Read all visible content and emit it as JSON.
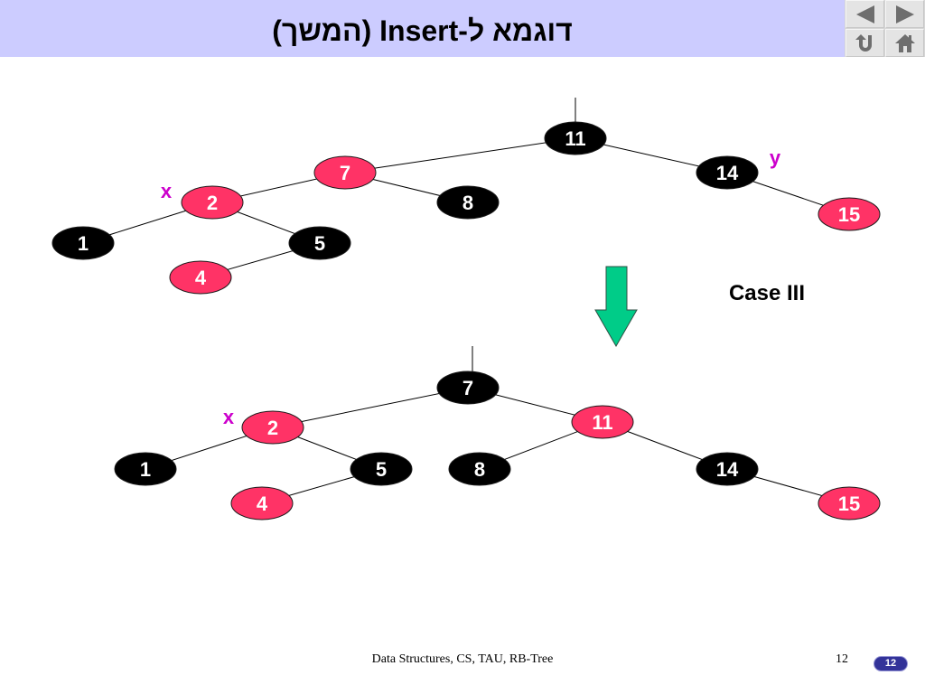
{
  "slide": {
    "title": "דוגמא ל-Insert (המשך)",
    "case_label": "Case III",
    "footer": "Data Structures, CS, TAU, RB-Tree",
    "page_number": "12",
    "badge": "12"
  },
  "nav": {
    "previous": {
      "icon": "previous-slide-icon"
    },
    "next": {
      "icon": "next-slide-icon"
    },
    "return": {
      "icon": "return-icon"
    },
    "home": {
      "icon": "home-icon"
    }
  },
  "colors": {
    "header_background": "#CCCCFF",
    "red_node": "#FF3366",
    "black_node": "#000000",
    "pointer_label": "#CC00CC",
    "case_arrow": "#00CC88",
    "badge_background": "#333399"
  },
  "trees": [
    {
      "nodes": [
        {
          "key": "11",
          "color": "black"
        },
        {
          "key": "7",
          "color": "red"
        },
        {
          "key": "14",
          "color": "black"
        },
        {
          "key": "2",
          "color": "red"
        },
        {
          "key": "8",
          "color": "black"
        },
        {
          "key": "15",
          "color": "red"
        },
        {
          "key": "1",
          "color": "black"
        },
        {
          "key": "5",
          "color": "black"
        },
        {
          "key": "4",
          "color": "red"
        }
      ],
      "edges": [
        [
          "11",
          "7"
        ],
        [
          "11",
          "14"
        ],
        [
          "7",
          "2"
        ],
        [
          "7",
          "8"
        ],
        [
          "14",
          "15"
        ],
        [
          "2",
          "1"
        ],
        [
          "2",
          "5"
        ],
        [
          "5",
          "4"
        ]
      ],
      "pointers": [
        {
          "label": "y",
          "node": "14"
        },
        {
          "label": "x",
          "node": "2"
        }
      ]
    },
    {
      "nodes": [
        {
          "key": "7",
          "color": "black"
        },
        {
          "key": "2",
          "color": "red"
        },
        {
          "key": "11",
          "color": "red"
        },
        {
          "key": "1",
          "color": "black"
        },
        {
          "key": "5",
          "color": "black"
        },
        {
          "key": "8",
          "color": "black"
        },
        {
          "key": "14",
          "color": "black"
        },
        {
          "key": "4",
          "color": "red"
        },
        {
          "key": "15",
          "color": "red"
        }
      ],
      "edges": [
        [
          "7",
          "2"
        ],
        [
          "7",
          "11"
        ],
        [
          "2",
          "1"
        ],
        [
          "2",
          "5"
        ],
        [
          "5",
          "4"
        ],
        [
          "11",
          "8"
        ],
        [
          "11",
          "14"
        ],
        [
          "14",
          "15"
        ]
      ],
      "pointers": [
        {
          "label": "x",
          "node": "2"
        }
      ]
    }
  ]
}
